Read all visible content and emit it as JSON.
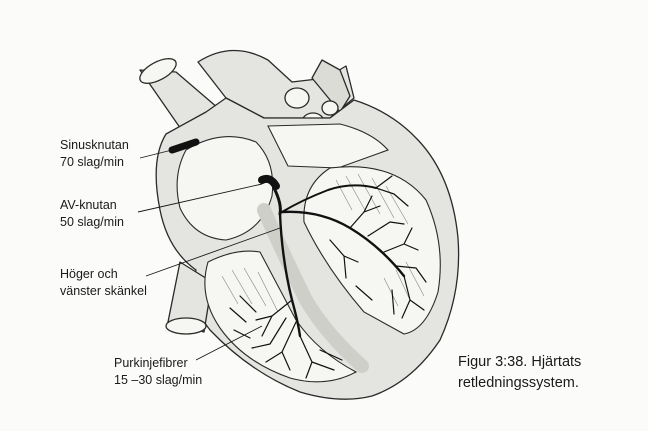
{
  "labels": {
    "sa_node": {
      "line1": "Sinusknutan",
      "line2": "70 slag/min"
    },
    "av_node": {
      "line1": "AV-knutan",
      "line2": "50 slag/min"
    },
    "bundle_branches": {
      "line1": "Höger och",
      "line2": "vänster skänkel"
    },
    "purkinje": {
      "line1": "Purkinjefibrer",
      "line2": "15 –30 slag/min"
    }
  },
  "caption": {
    "line1": "Figur 3:38. Hjärtats",
    "line2": "retledningssystem."
  },
  "colors": {
    "ink": "#1a1a1a",
    "wall_fill": "#e4e4e0",
    "chamber_fill": "#f6f6f3",
    "background": "#fbfbf9"
  }
}
